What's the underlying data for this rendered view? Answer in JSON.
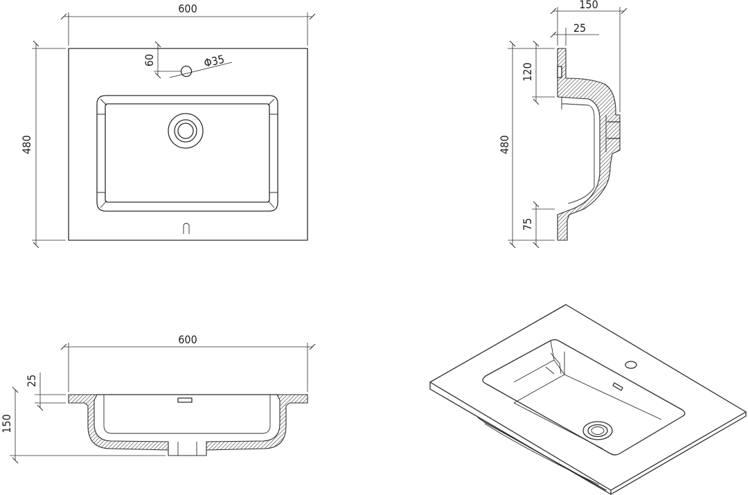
{
  "top_view": {
    "width": "600",
    "depth": "480",
    "tap_offset": "60",
    "tap_diameter": "Φ35"
  },
  "side_view": {
    "height": "150",
    "rim": "25",
    "back_lip": "120",
    "depth": "480",
    "front_lip": "75"
  },
  "front_view": {
    "width": "600",
    "rim": "25",
    "height": "150"
  },
  "colors": {
    "line": "#2a2a2a",
    "background": "#ffffff",
    "hatch": "#555555"
  }
}
